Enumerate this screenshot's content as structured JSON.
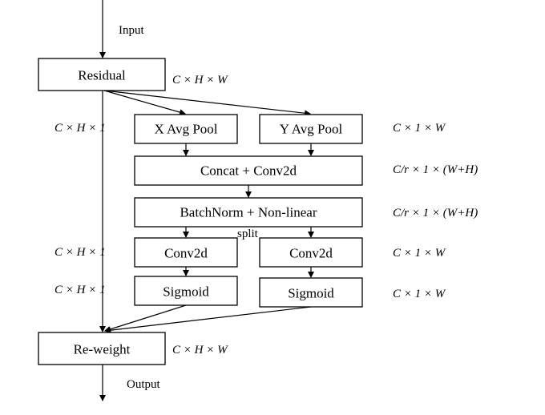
{
  "diagram": {
    "input_label": "Input",
    "output_label": "Output",
    "split_label": "split",
    "blocks": {
      "residual": "Residual",
      "x_avg_pool": "X Avg Pool",
      "y_avg_pool": "Y Avg Pool",
      "concat_conv": "Concat + Conv2d",
      "batchnorm": "BatchNorm + Non-linear",
      "conv_left": "Conv2d",
      "conv_right": "Conv2d",
      "sigmoid_left": "Sigmoid",
      "sigmoid_right": "Sigmoid",
      "reweight": "Re-weight"
    },
    "shapes": {
      "residual": "C ×  H  × W",
      "left_pool": "C × H × 1",
      "left_conv": "C × H × 1",
      "left_sigmoid": "C × H × 1",
      "right_pool": "C × 1 × W",
      "concat": "C/r × 1 × (W+H)",
      "batchnorm": "C/r × 1 × (W+H)",
      "right_conv": "C × 1 × W",
      "right_sigmoid": "C × 1 × W",
      "reweight": "C ×  H  × W"
    }
  }
}
